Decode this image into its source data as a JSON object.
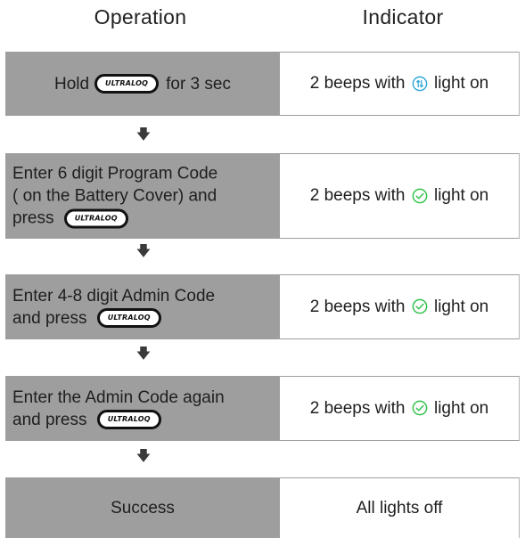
{
  "header": {
    "operation": "Operation",
    "indicator": "Indicator"
  },
  "button_label": "ULTRALOQ",
  "arrow_glyph": "🡇",
  "colors": {
    "operation_cell_bg": "#9e9e9e",
    "blue_light": "#2fa7d8",
    "green_light": "#2ec24a"
  },
  "steps": [
    {
      "op_before": "Hold",
      "op_after": "for 3 sec",
      "ind_before": "2 beeps with",
      "ind_icon": "blue-light-icon",
      "ind_after": "light on"
    },
    {
      "op_line1": "Enter 6 digit Program Code",
      "op_line2": "( on the Battery Cover) and",
      "op_line3": "press",
      "ind_before": "2 beeps with",
      "ind_icon": "green-check-icon",
      "ind_after": "light on"
    },
    {
      "op_line1": "Enter 4-8 digit Admin Code",
      "op_line2": "and press",
      "ind_before": "2 beeps with",
      "ind_icon": "green-check-icon",
      "ind_after": "light on"
    },
    {
      "op_line1": "Enter the Admin Code again",
      "op_line2": "and press",
      "ind_before": "2 beeps with",
      "ind_icon": "green-check-icon",
      "ind_after": "light on"
    },
    {
      "op_text": "Success",
      "ind_text": "All lights off"
    }
  ]
}
